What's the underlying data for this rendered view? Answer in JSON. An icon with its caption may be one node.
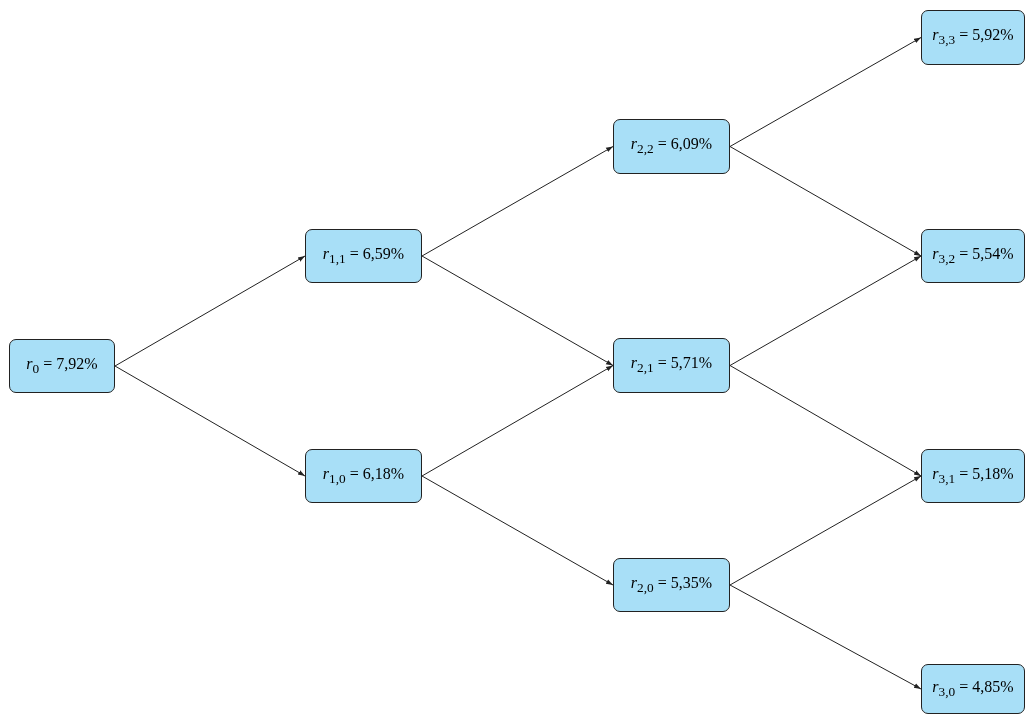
{
  "diagram": {
    "nodes": [
      {
        "text": [
          "*r*$_{0}$ = 7,92%"
        ]
      },
      {
        "text": [
          "*r*$_{1,1}$ = 6,59%"
        ]
      },
      {
        "text": [
          "*r*$_{1,0}$ = 6,18%"
        ]
      },
      {
        "text": [
          "*r*$_{2,2}$ = 6,09%"
        ]
      },
      {
        "text": [
          "*r*$_{2,1}$ = 5,71%"
        ]
      },
      {
        "text": [
          "*r*$_{2,0}$ = 5,35%"
        ]
      },
      {
        "text": [
          "*r*$_{3,3}$ = 5,92%"
        ]
      },
      {
        "text": [
          "*r*$_{3,2}$ = 5,54%"
        ]
      },
      {
        "text": [
          "*r*$_{3,1}$ = 5,18%"
        ]
      },
      {
        "text": [
          "*r*$_{3,0}$ = 4,85%"
        ]
      }
    ],
    "edges": [
      {
        "from": 0,
        "to": 1,
        "arrow": "to"
      },
      {
        "from": 0,
        "to": 2,
        "arrow": "to"
      },
      {
        "from": 1,
        "to": 3,
        "arrow": "to"
      },
      {
        "from": 1,
        "to": 4,
        "arrow": "to"
      },
      {
        "from": 2,
        "to": 4,
        "arrow": "to"
      },
      {
        "from": 2,
        "to": 5,
        "arrow": "to"
      },
      {
        "from": 3,
        "to": 6,
        "arrow": "to"
      },
      {
        "from": 3,
        "to": 7,
        "arrow": "to"
      },
      {
        "from": 4,
        "to": 7,
        "arrow": "to"
      },
      {
        "from": 4,
        "to": 8,
        "arrow": "to"
      },
      {
        "from": 5,
        "to": 8,
        "arrow": "to"
      },
      {
        "from": 5,
        "to": 9,
        "arrow": "to"
      }
    ]
  }
}
